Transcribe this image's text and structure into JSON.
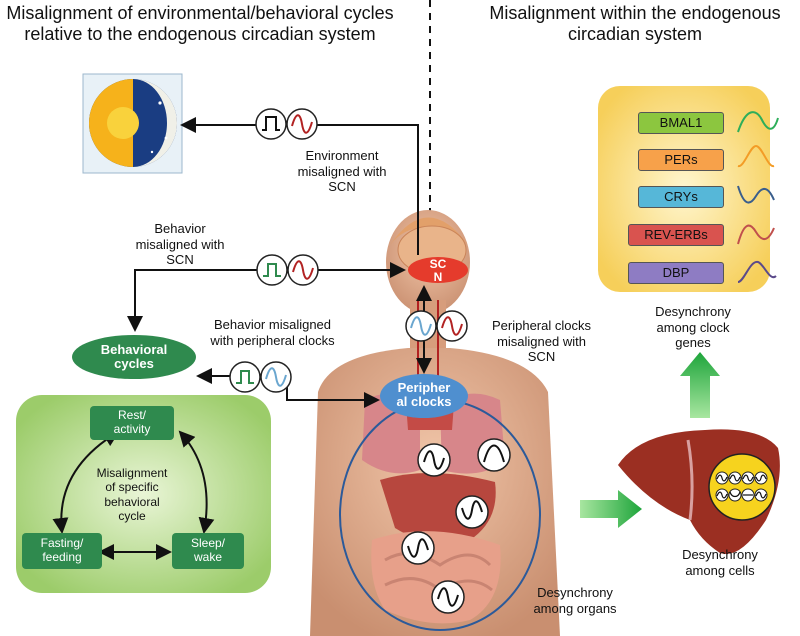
{
  "headings": {
    "left_line1": "Misalignment of environmental/behavioral cycles",
    "left_line2": "relative to the endogenous circadian system",
    "right_line1": "Misalignment within the endogenous",
    "right_line2": "circadian system"
  },
  "labels": {
    "env_1": "Environment",
    "env_2": "misaligned with",
    "env_3": "SCN",
    "beh_scn_1": "Behavior",
    "beh_scn_2": "misaligned with",
    "beh_scn_3": "SCN",
    "beh_per_1": "Behavior misaligned",
    "beh_per_2": "with peripheral clocks",
    "per_scn_1": "Peripheral clocks",
    "per_scn_2": "misaligned with",
    "per_scn_3": "SCN",
    "scn_1": "SC",
    "scn_2": "N",
    "peripheral_1": "Peripher",
    "peripheral_2": "al clocks",
    "behavioral_1": "Behavioral",
    "behavioral_2": "cycles"
  },
  "behavior_panel": {
    "rest_1": "Rest/",
    "rest_2": "activity",
    "fasting_1": "Fasting/",
    "fasting_2": "feeding",
    "sleep_1": "Sleep/",
    "sleep_2": "wake",
    "center_1": "Misalignment",
    "center_2": "of specific",
    "center_3": "behavioral",
    "center_4": "cycle"
  },
  "genes": [
    {
      "name": "BMAL1",
      "fill": "#8cc63f",
      "wave": "#2eae5a"
    },
    {
      "name": "PERs",
      "fill": "#f7a14a",
      "wave": "#f39c26"
    },
    {
      "name": "CRYs",
      "fill": "#56b7d8",
      "wave": "#3a5e8c"
    },
    {
      "name": "REV-ERBs",
      "fill": "#d9534f",
      "wave": "#c0504d"
    },
    {
      "name": "DBP",
      "fill": "#8e7cc3",
      "wave": "#5b4a8a"
    }
  ],
  "outcomes": {
    "genes_1": "Desynchrony",
    "genes_2": "among clock",
    "genes_3": "genes",
    "cells_1": "Desynchrony",
    "cells_2": "among cells",
    "organs_1": "Desynchrony",
    "organs_2": "among organs"
  },
  "colors": {
    "scn_red": "#e53b2c",
    "peripheral_blue": "#4f8fcf",
    "behavior_green": "#2f8a4e",
    "panel_green": "#b9dd94",
    "panel_yellow": "#fbe08a",
    "arrow_green": "#2fb54a",
    "wave_red": "#b22222",
    "wave_blue": "#6aa6cf"
  },
  "icons": [
    "sun-moon-icon",
    "step-wave-icon",
    "sine-wave-icon",
    "human-anatomy-figure",
    "liver-icon"
  ]
}
